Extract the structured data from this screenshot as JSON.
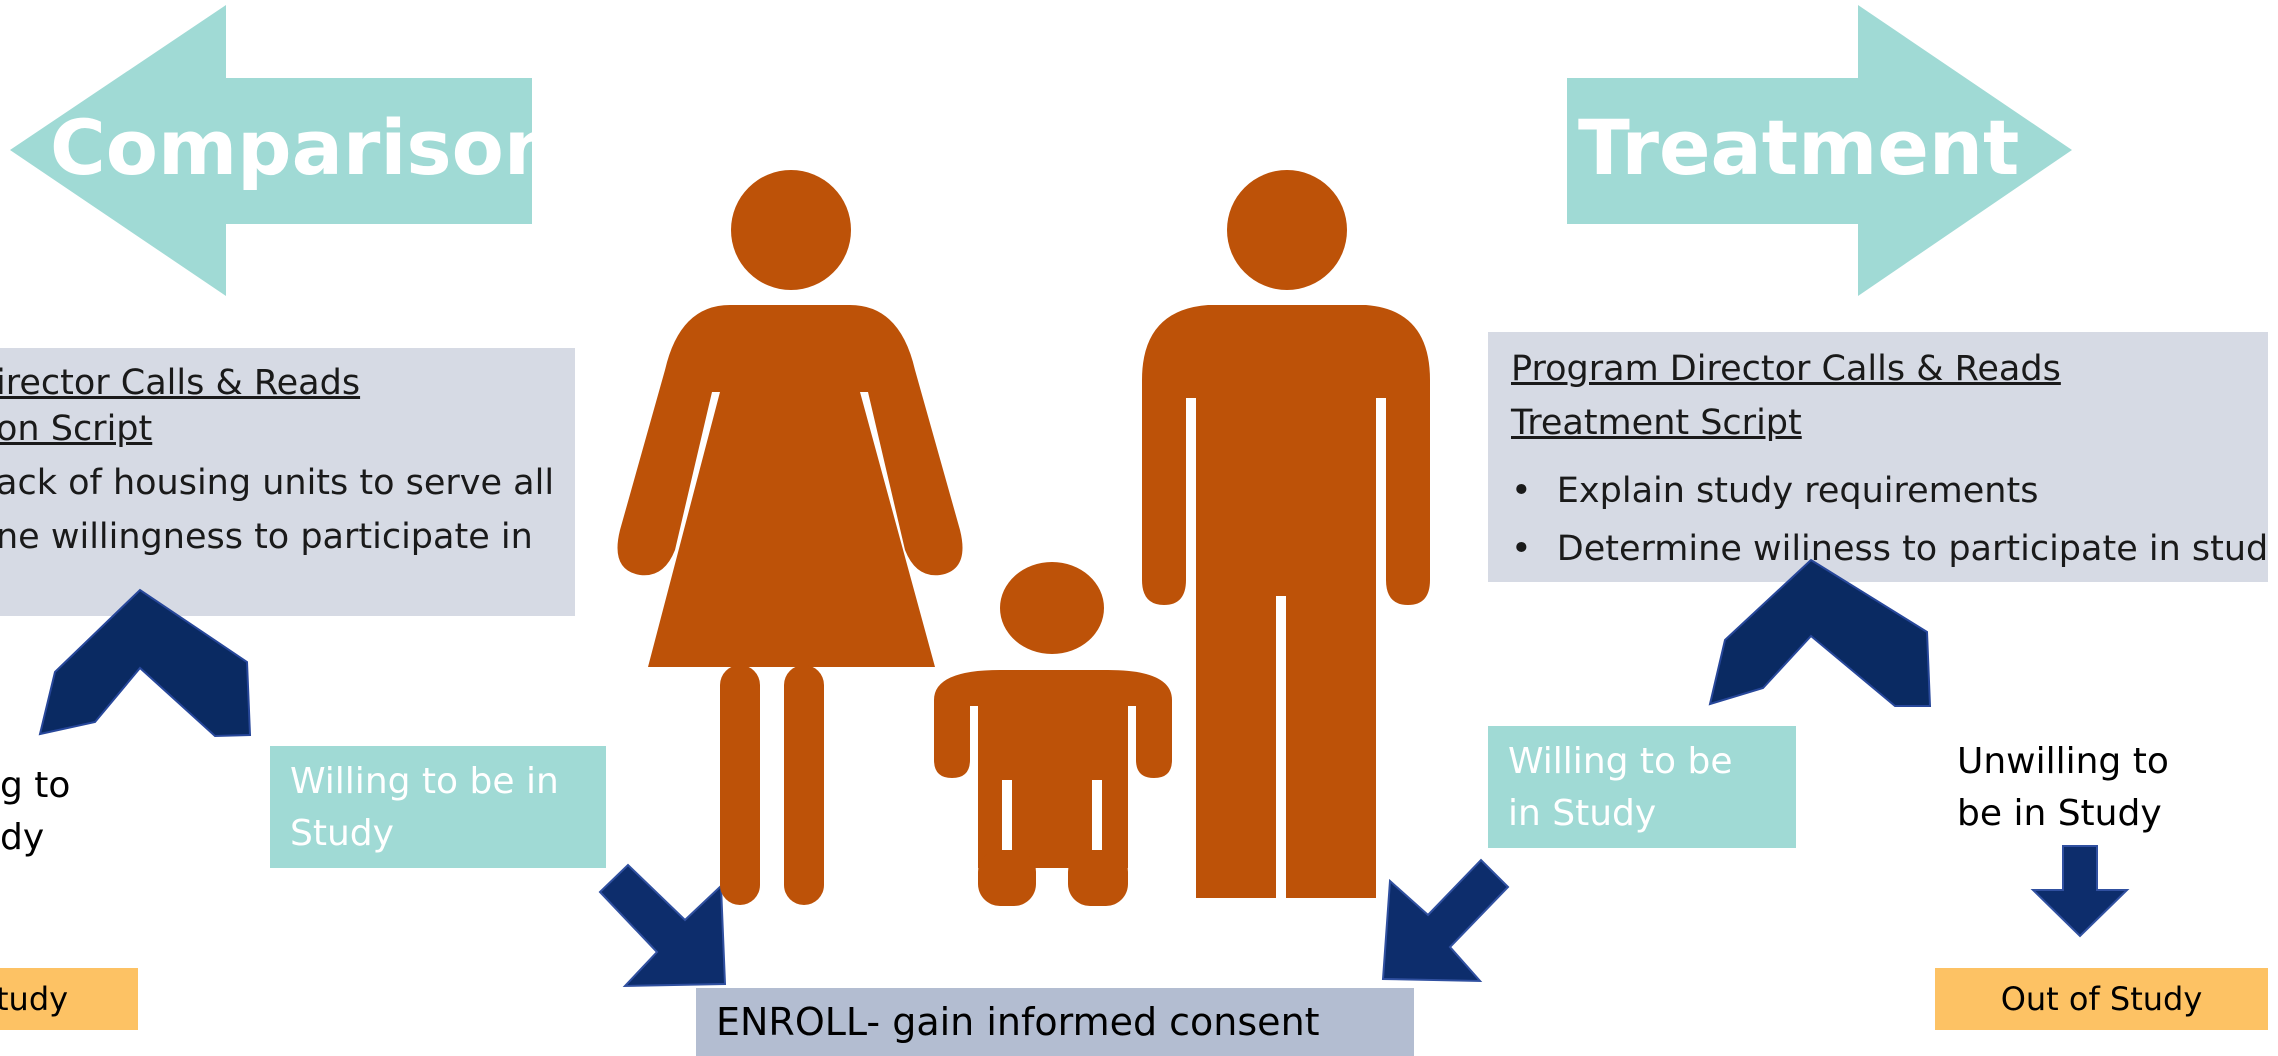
{
  "colors": {
    "arrow_teal": "#a0dad5",
    "script_box": "#d6dae4",
    "navy": "#0a2a62",
    "family_orange": "#bd5208",
    "out_of_study": "#fdc264",
    "enroll_box": "#b3bdd1"
  },
  "comparison": {
    "title": "Comparison",
    "script_heading_line1": "irector Calls & Reads",
    "script_heading_line2": "on Script",
    "bullet1": "ack of housing units to serve all",
    "bullet2": "ne willingness to participate in",
    "unwilling_line1": "g to",
    "unwilling_line2": "dy",
    "willing": "Willing to be in Study",
    "out_of_study": "tudy"
  },
  "treatment": {
    "title": "Treatment",
    "script_heading": "Program Director Calls & Reads Treatment Script",
    "bullet1": "Explain study requirements",
    "bullet2": "Determine wiliness to participate in study",
    "willing": "Willing to be in Study",
    "unwilling": "Unwilling to be in Study",
    "out_of_study": "Out of Study"
  },
  "enroll": "ENROLL- gain informed consent",
  "icons": {
    "family": "family-icon",
    "left_arrow": "left-arrow-icon",
    "right_arrow": "right-arrow-icon",
    "split_arrow": "split-chevron-arrow-icon",
    "diag_arrow": "diagonal-arrow-icon",
    "down_arrow": "down-arrow-icon"
  }
}
